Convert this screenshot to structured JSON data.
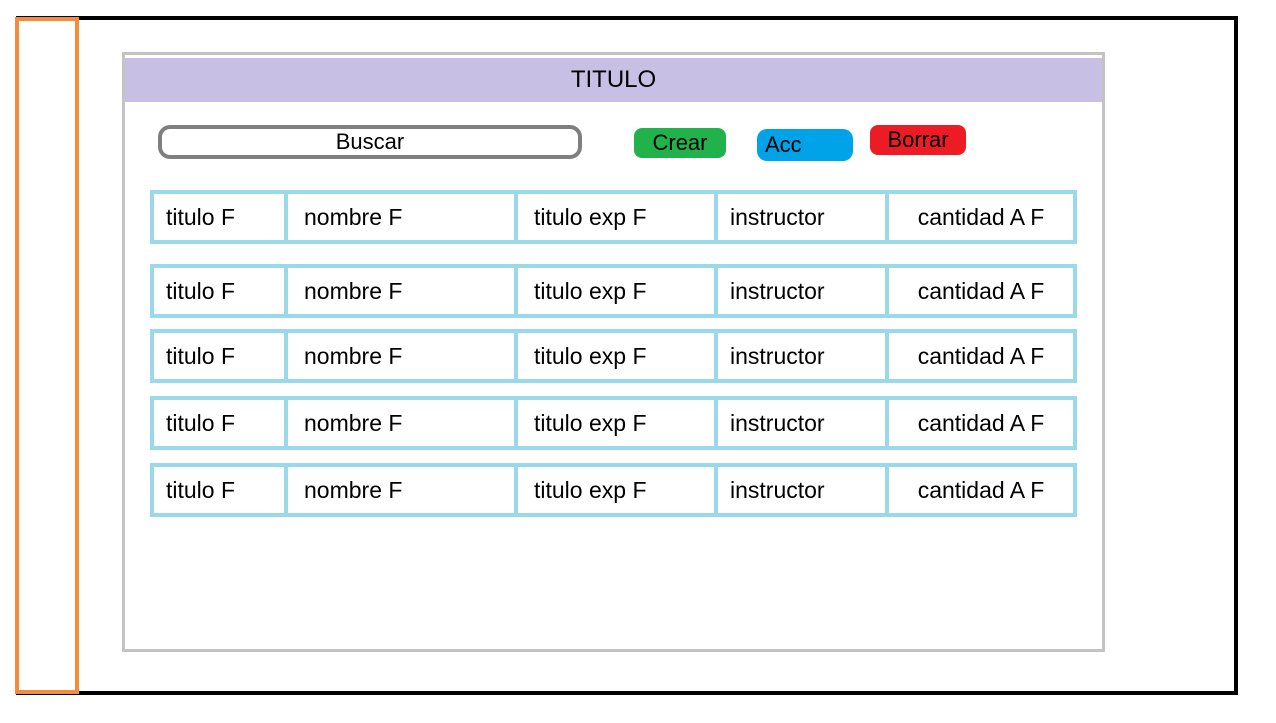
{
  "header": {
    "title": "TITULO"
  },
  "toolbar": {
    "search_label": "Buscar",
    "create_label": "Crear",
    "acc_label": "Acc",
    "delete_label": "Borrar"
  },
  "table": {
    "rows": [
      [
        "titulo F",
        "nombre F",
        "titulo exp F",
        "instructor",
        "cantidad A F"
      ],
      [
        "titulo F",
        "nombre F",
        "titulo exp F",
        "instructor",
        "cantidad A F"
      ],
      [
        "titulo F",
        "nombre F",
        "titulo exp F",
        "instructor",
        "cantidad A F"
      ],
      [
        "titulo F",
        "nombre F",
        "titulo exp F",
        "instructor",
        "cantidad A F"
      ],
      [
        "titulo F",
        "nombre F",
        "titulo exp F",
        "instructor",
        "cantidad A F"
      ]
    ]
  },
  "colors": {
    "sidebar_border": "#f58c3a",
    "header_bg": "#c8c0e4",
    "create_button": "#21b24b",
    "acc_button": "#00a3e8",
    "delete_button": "#ed1c24",
    "row_border": "#99d9ea"
  }
}
